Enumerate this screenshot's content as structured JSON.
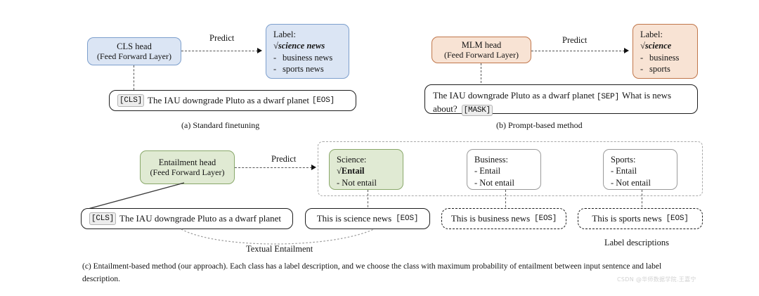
{
  "figure": {
    "panels": [
      {
        "id": "a",
        "caption": "(a) Standard finetuning",
        "head": {
          "line1": "CLS head",
          "line2": "(Feed Forward Layer)"
        },
        "predict_label": "Predict",
        "label_box": {
          "title": "Label:",
          "checked": "science news",
          "options": [
            "business news",
            "sports news"
          ]
        },
        "sentence": {
          "prefix_token": "[CLS]",
          "text": "The IAU downgrade Pluto as a dwarf planet",
          "suffix_token": "[EOS]"
        }
      },
      {
        "id": "b",
        "caption": "(b) Prompt-based method",
        "head": {
          "line1": "MLM head",
          "line2": "(Feed Forward Layer)"
        },
        "predict_label": "Predict",
        "label_box": {
          "title": "Label:",
          "checked": "science",
          "options": [
            "business",
            "sports"
          ]
        },
        "sentence": {
          "text": "The IAU downgrade Pluto as a dwarf planet",
          "sep_token": "[SEP]",
          "prompt": "What is news about?",
          "mask_token": "[MASK]"
        }
      }
    ],
    "panel_c": {
      "head": {
        "line1": "Entailment head",
        "line2": "(Feed Forward Layer)"
      },
      "predict_label": "Predict",
      "class_boxes": [
        {
          "title": "Science:",
          "checked": "Entail",
          "other": "- Not entail",
          "highlight": true
        },
        {
          "title": "Business:",
          "first": "- Entail",
          "other": "- Not entail",
          "highlight": false
        },
        {
          "title": "Sports:",
          "first": "- Entail",
          "other": "- Not entail",
          "highlight": false
        }
      ],
      "input_sentence": {
        "prefix_token": "[CLS]",
        "text": "The IAU downgrade Pluto as a dwarf planet"
      },
      "descriptions": [
        {
          "text": "This is science news",
          "token": "[EOS]",
          "solid": true
        },
        {
          "text": "This is business news",
          "token": "[EOS]",
          "solid": false
        },
        {
          "text": "This is sports news",
          "token": "[EOS]",
          "solid": false
        }
      ],
      "entailment_label": "Textual Entailment",
      "descriptions_label": "Label descriptions",
      "caption": "(c) Entailment-based method (our approach). Each class has a label description, and we choose the class with maximum probability of entailment between input sentence and label description."
    },
    "watermark": "CSDN @华师数据学院.王嘉宁",
    "check_glyph": "√",
    "colors": {
      "blue_fill": "#dbe5f4",
      "blue_border": "#7d9fcd",
      "orange_fill": "#f8e3d4",
      "orange_border": "#c0764a",
      "green_fill": "#e0ead3",
      "green_border": "#89a86a",
      "stroke": "#1d1d1d"
    }
  }
}
